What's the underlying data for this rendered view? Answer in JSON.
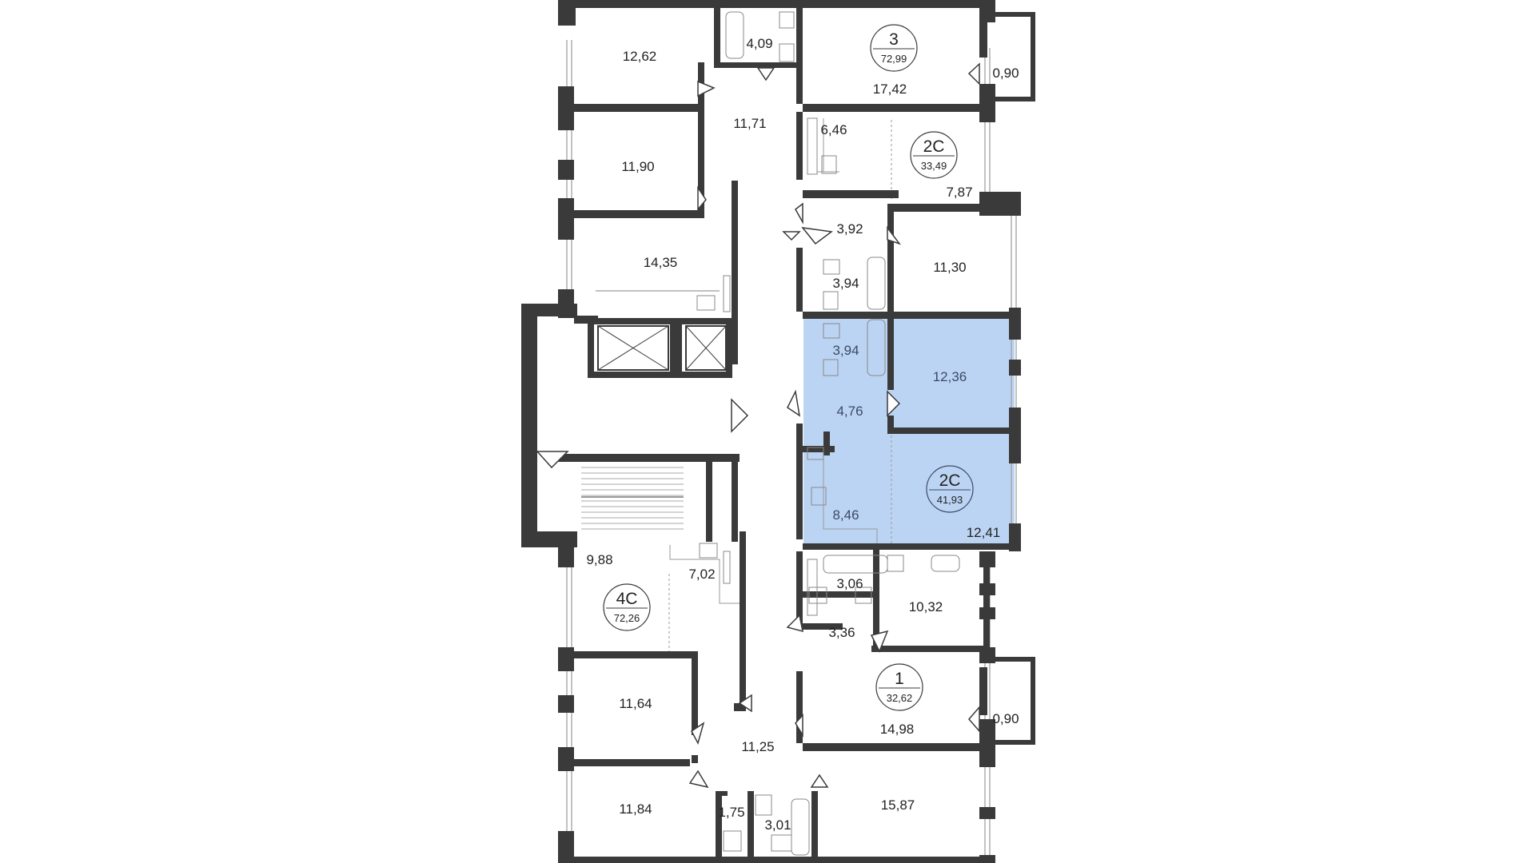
{
  "colors": {
    "wall": "#3a3a3a",
    "selected_fill": "#bcd4f4",
    "line": "#9a9a9a",
    "text": "#222222"
  },
  "units": [
    {
      "id": "unit-3-top",
      "number": "3",
      "area": "72,99"
    },
    {
      "id": "unit-2c-upper",
      "number": "2С",
      "area": "33,49"
    },
    {
      "id": "unit-2c-selected",
      "number": "2С",
      "area": "41,93"
    },
    {
      "id": "unit-4c",
      "number": "4С",
      "area": "72,26"
    },
    {
      "id": "unit-1",
      "number": "1",
      "area": "32,62"
    }
  ],
  "rooms": [
    {
      "id": "r1",
      "area": "12,62"
    },
    {
      "id": "r2",
      "area": "4,09"
    },
    {
      "id": "r3",
      "area": "17,42"
    },
    {
      "id": "r4",
      "area": "0,90"
    },
    {
      "id": "r5",
      "area": "11,71"
    },
    {
      "id": "r6",
      "area": "11,90"
    },
    {
      "id": "r7",
      "area": "6,46"
    },
    {
      "id": "r8",
      "area": "7,87"
    },
    {
      "id": "r9",
      "area": "3,92"
    },
    {
      "id": "r10",
      "area": "14,35"
    },
    {
      "id": "r11",
      "area": "3,94"
    },
    {
      "id": "r12",
      "area": "11,30"
    },
    {
      "id": "r13",
      "area": "3,94"
    },
    {
      "id": "r14",
      "area": "12,36"
    },
    {
      "id": "r15",
      "area": "4,76"
    },
    {
      "id": "r16",
      "area": "8,46"
    },
    {
      "id": "r17",
      "area": "12,41"
    },
    {
      "id": "r18",
      "area": "9,88"
    },
    {
      "id": "r19",
      "area": "7,02"
    },
    {
      "id": "r20",
      "area": "3,06"
    },
    {
      "id": "r21",
      "area": "10,32"
    },
    {
      "id": "r22",
      "area": "3,36"
    },
    {
      "id": "r23",
      "area": "11,64"
    },
    {
      "id": "r24",
      "area": "0,90"
    },
    {
      "id": "r25",
      "area": "14,98"
    },
    {
      "id": "r26",
      "area": "11,25"
    },
    {
      "id": "r27",
      "area": "11,84"
    },
    {
      "id": "r28",
      "area": "1,75"
    },
    {
      "id": "r29",
      "area": "3,01"
    },
    {
      "id": "r30",
      "area": "15,87"
    }
  ]
}
